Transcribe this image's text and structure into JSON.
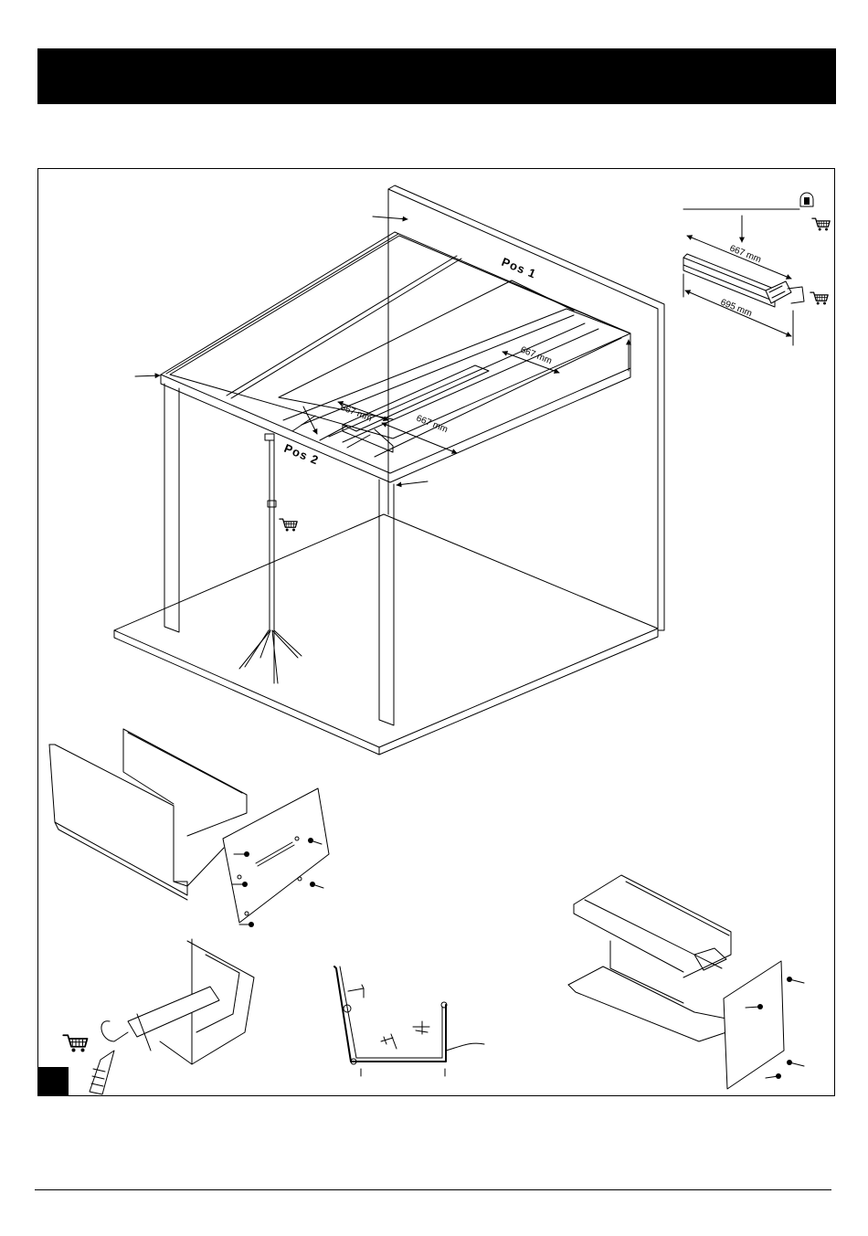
{
  "labels": {
    "pos1": "Pos 1",
    "pos2": "Pos 2",
    "dim_667_a": "667 mm",
    "dim_667_b": "667 mm",
    "dim_667_c": "667 mm",
    "dim_667_top": "667 mm",
    "dim_695": "695 mm"
  },
  "icons": {
    "cart": "shopping-cart-icon",
    "tape": "tape-measure-icon",
    "saw": "saw-icon",
    "caulk": "caulking-gun-icon"
  }
}
